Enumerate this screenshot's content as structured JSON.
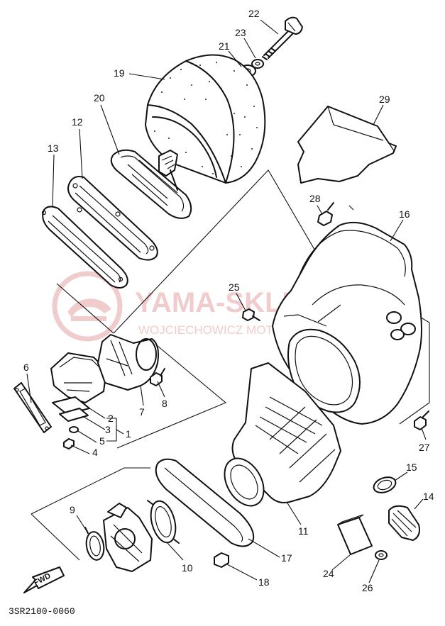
{
  "callouts": {
    "c1": "1",
    "c2": "2",
    "c3": "3",
    "c4": "4",
    "c5": "5",
    "c6": "6",
    "c7": "7",
    "c8": "8",
    "c9": "9",
    "c10": "10",
    "c11": "11",
    "c12": "12",
    "c13": "13",
    "c14": "14",
    "c15": "15",
    "c16": "16",
    "c17": "17",
    "c18": "18",
    "c19": "19",
    "c20": "20",
    "c21": "21",
    "c22": "22",
    "c23": "23",
    "c24": "24",
    "c25": "25",
    "c26": "26",
    "c27": "27",
    "c28": "28",
    "c29": "29"
  },
  "fwd_label": "FWD",
  "diagram_code": "3SR2100-0060",
  "watermark": {
    "title": "YAMA-SKLEP.PL",
    "subtitle": "WOJCIECHOWICZ MOTOCYKLE YAMAHA",
    "color": "#e6a3a3"
  }
}
